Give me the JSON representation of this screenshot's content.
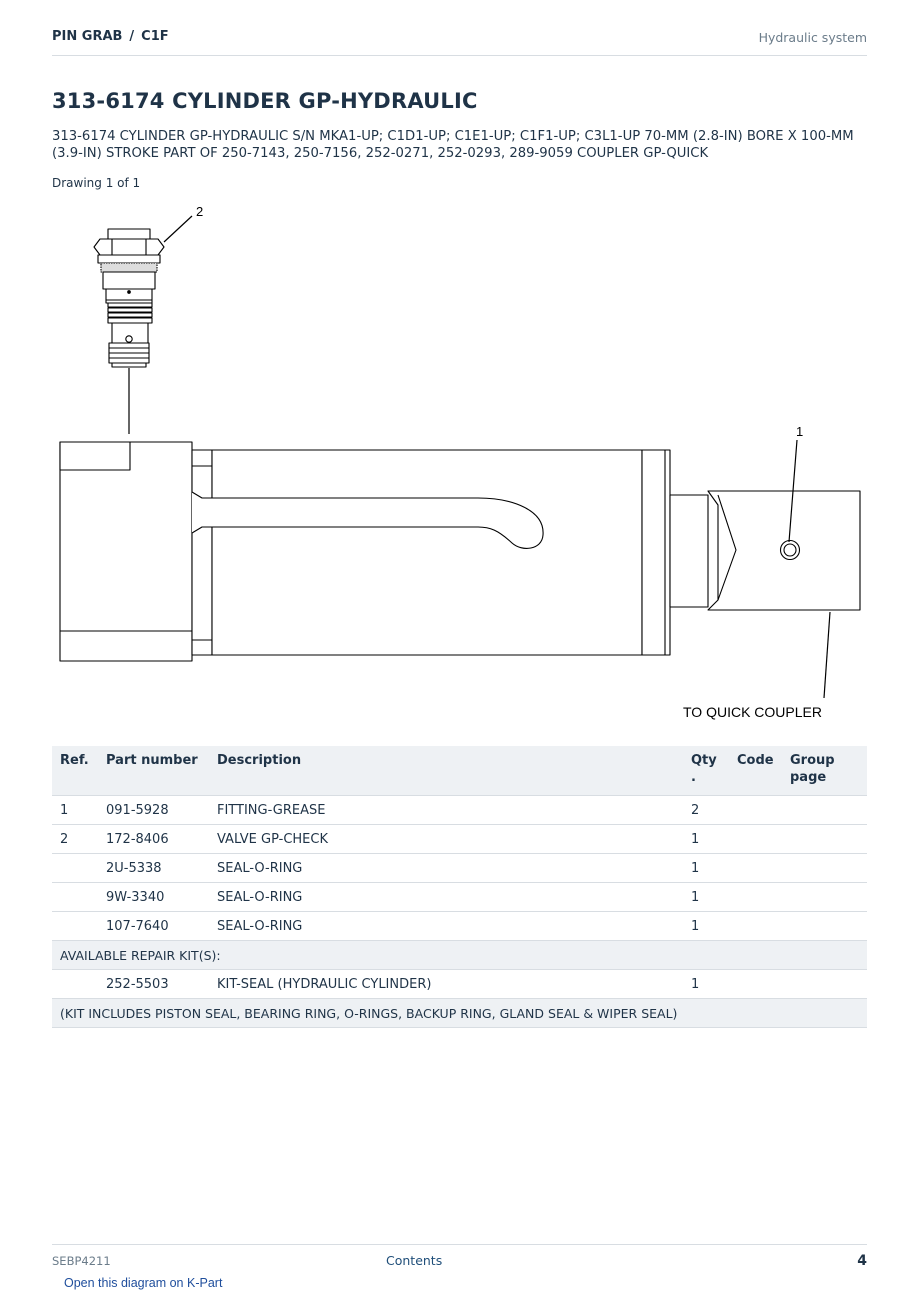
{
  "header": {
    "breadcrumb_model": "PIN GRAB",
    "breadcrumb_separator": "/",
    "breadcrumb_code": "C1F",
    "section": "Hydraulic system"
  },
  "title": "313-6174 CYLINDER GP-HYDRAULIC",
  "subtitle": "313-6174 CYLINDER GP-HYDRAULIC S/N MKA1-UP; C1D1-UP; C1E1-UP; C1F1-UP; C3L1-UP 70-MM (2.8-IN) BORE X 100-MM (3.9-IN) STROKE PART OF 250-7143, 250-7156, 252-0271, 252-0293, 289-9059 COUPLER GP-QUICK",
  "drawing_label": "Drawing 1 of 1",
  "diagram": {
    "callout_1": "1",
    "callout_2": "2",
    "coupler_label": "TO QUICK COUPLER"
  },
  "table": {
    "headers": {
      "ref": "Ref.",
      "part_number": "Part number",
      "description": "Description",
      "qty": "Qty .",
      "code": "Code",
      "group_page": "Group page"
    },
    "rows": [
      {
        "ref": "1",
        "part_number": "091-5928",
        "description": "FITTING-GREASE",
        "qty": "2",
        "code": "",
        "group_page": ""
      },
      {
        "ref": "2",
        "part_number": "172-8406",
        "description": "VALVE GP-CHECK",
        "qty": "1",
        "code": "",
        "group_page": ""
      },
      {
        "ref": "",
        "part_number": "2U-5338",
        "description": "SEAL-O-RING",
        "qty": "1",
        "code": "",
        "group_page": ""
      },
      {
        "ref": "",
        "part_number": "9W-3340",
        "description": "SEAL-O-RING",
        "qty": "1",
        "code": "",
        "group_page": ""
      },
      {
        "ref": "",
        "part_number": "107-7640",
        "description": "SEAL-O-RING",
        "qty": "1",
        "code": "",
        "group_page": ""
      }
    ],
    "repair_kits_label": "AVAILABLE REPAIR KIT(S):",
    "kit_row": {
      "ref": "",
      "part_number": "252-5503",
      "description": "KIT-SEAL (HYDRAULIC CYLINDER)",
      "qty": "1",
      "code": "",
      "group_page": ""
    },
    "kit_note": "(KIT INCLUDES PISTON SEAL, BEARING RING, O-RINGS, BACKUP RING, GLAND SEAL & WIPER SEAL)"
  },
  "footer": {
    "doc_id": "SEBP4211",
    "contents_link": "Contents",
    "page_number": "4",
    "kpart_link": "Open this diagram on K-Part"
  }
}
